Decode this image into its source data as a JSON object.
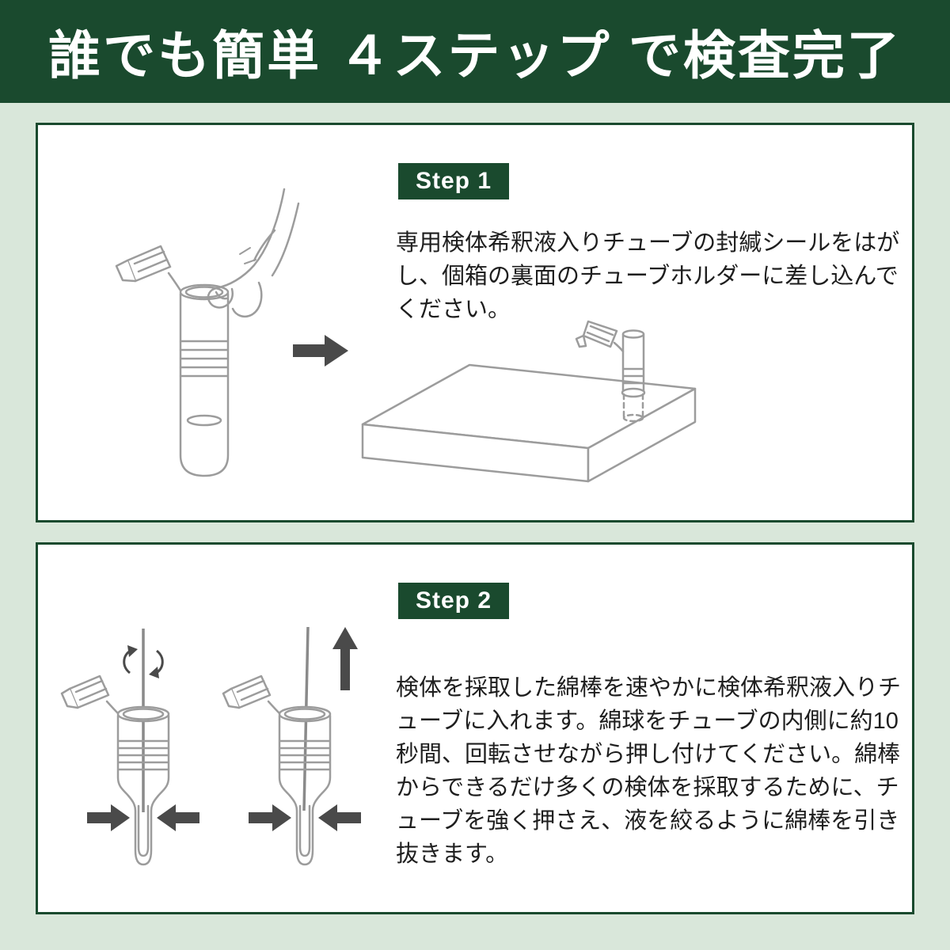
{
  "colors": {
    "brand_green": "#1a4a2e",
    "background_mint": "#d9e7da",
    "text": "#1e1e1e",
    "line_gray": "#9c9c9c",
    "arrow_gray": "#4a4a4a"
  },
  "header": {
    "title": "誰でも簡単 ４ステップ で検査完了"
  },
  "steps": [
    {
      "badge": "Step 1",
      "body": "専用検体希釈液入りチューブの封緘シールをはがし、個箱の裏面のチューブホルダーに差し込んでください。"
    },
    {
      "badge": "Step 2",
      "body": "検体を採取した綿棒を速やかに検体希釈液入りチューブに入れます。綿球をチューブの内側に約10秒間、回転させながら押し付けてください。綿棒からできるだけ多くの検体を採取するために、チューブを強く押さえ、液を絞るように綿棒を引き抜きます。"
    }
  ],
  "illustrations": {
    "step1": [
      "hand-opening-tube-illustration",
      "right-arrow-icon",
      "box-with-tube-holder-illustration"
    ],
    "step2": [
      "swab-rotate-in-tube-illustration",
      "swab-pull-out-illustration"
    ]
  }
}
